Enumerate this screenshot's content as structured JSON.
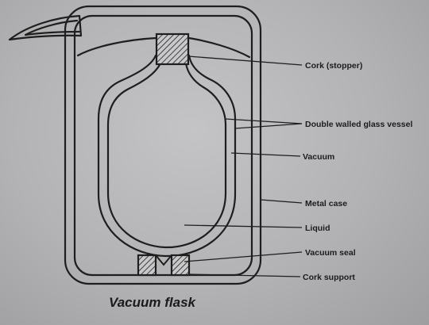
{
  "diagram": {
    "caption": "Vacuum flask",
    "labels": {
      "cork_stopper": "Cork (stopper)",
      "double_walled": "Double walled glass vessel",
      "vacuum": "Vacuum",
      "metal_case": "Metal case",
      "liquid": "Liquid",
      "vacuum_seal": "Vacuum seal",
      "cork_support": "Cork support"
    }
  }
}
